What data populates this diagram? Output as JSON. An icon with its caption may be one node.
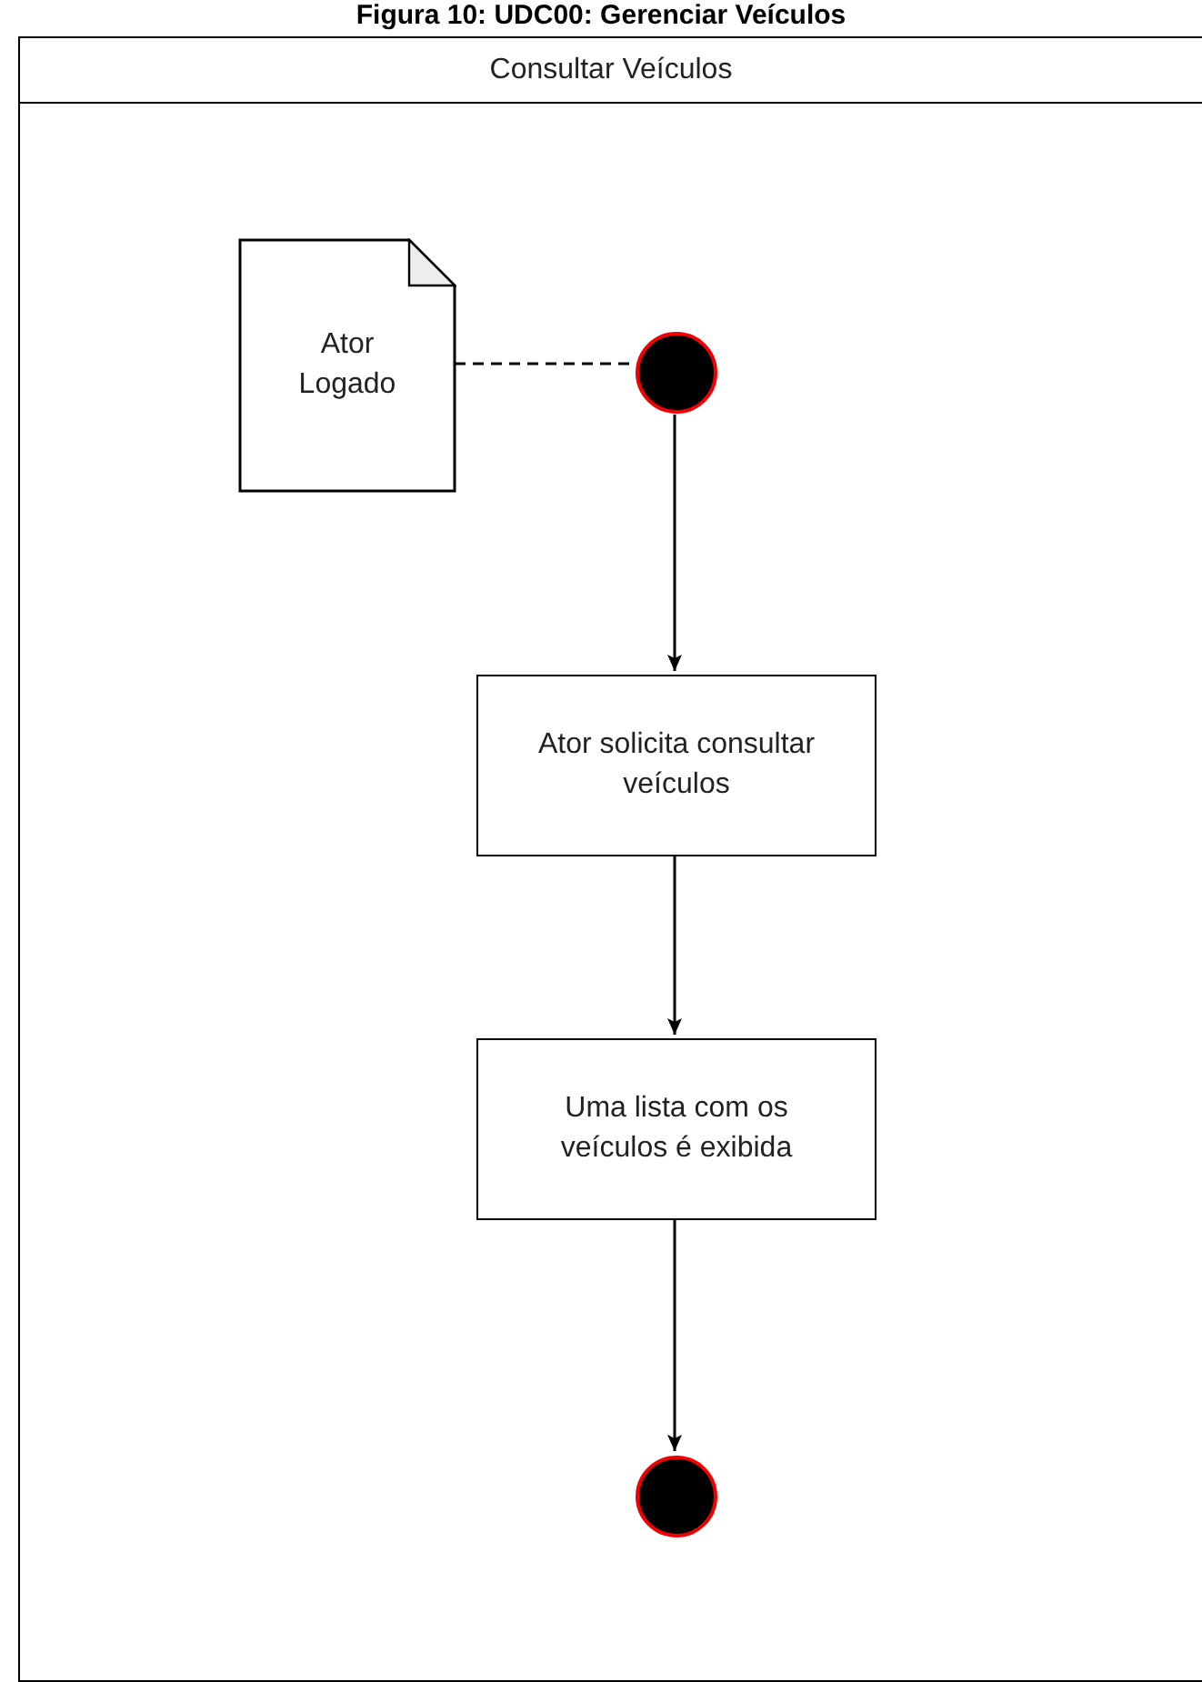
{
  "diagram": {
    "title": "Figura 10: UDC00: Gerenciar Veículos",
    "nodes": [
      {
        "text": [
          "Consultar Veículos"
        ]
      },
      {
        "text": [
          "Ator Logado"
        ],
        "in": 0
      },
      {
        "text": [],
        "shape": "circle",
        "in": 0
      },
      {
        "text": [
          "Ator solicita consultar veículos"
        ],
        "in": 0
      },
      {
        "text": [
          "Uma lista com os veículos é exibida"
        ],
        "in": 0
      },
      {
        "text": [],
        "shape": "circle",
        "in": 0
      }
    ],
    "edges": [
      {
        "from": 1,
        "to": 2,
        "arrow": "none",
        "style": "dashed"
      },
      {
        "from": 2,
        "to": 3,
        "arrow": "to"
      },
      {
        "from": 3,
        "to": 4,
        "arrow": "to"
      },
      {
        "from": 4,
        "to": 5,
        "arrow": "to"
      }
    ]
  }
}
